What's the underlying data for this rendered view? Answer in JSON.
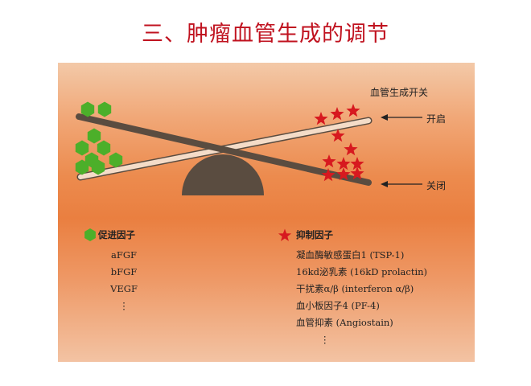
{
  "title": "三、肿瘤血管生成的调节",
  "diagram": {
    "switch_title": "血管生成开关",
    "on_label": "开启",
    "off_label": "关闭"
  },
  "legend": {
    "promoters": {
      "heading": "促进因子",
      "marker_color": "#4caf2a",
      "items": [
        "aFGF",
        "bFGF",
        "VEGF"
      ],
      "continuation": "⋮"
    },
    "inhibitors": {
      "heading": "抑制因子",
      "marker_color": "#d7191f",
      "items": [
        "凝血酶敏感蛋白1 (TSP-1)",
        "16kd泌乳素 (16kD prolactin)",
        "干扰素α/β (interferon α/β)",
        "血小板因子4 (PF-4)",
        "血管抑素 (Angiostain)"
      ],
      "continuation": "⋮"
    }
  },
  "colors": {
    "title": "#c0121f",
    "hexagon": "#4caf2a",
    "star": "#d7191f",
    "fulcrum": "#5a4c40",
    "beam_dark": "#5a4c40",
    "beam_light": "#f4dcc8"
  }
}
